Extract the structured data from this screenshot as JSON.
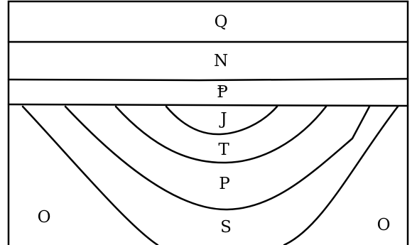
{
  "strata": {
    "horizontal_layers": [
      {
        "id": "Q",
        "label": "Q"
      },
      {
        "id": "N",
        "label": "N"
      },
      {
        "id": "P-crossed",
        "label": "Ᵽ"
      }
    ],
    "fold_layers": [
      {
        "id": "J",
        "label": "J"
      },
      {
        "id": "T",
        "label": "T"
      },
      {
        "id": "P",
        "label": "P"
      },
      {
        "id": "S",
        "label": "S"
      }
    ],
    "flanks": {
      "left_label": "O",
      "right_label": "O"
    }
  }
}
